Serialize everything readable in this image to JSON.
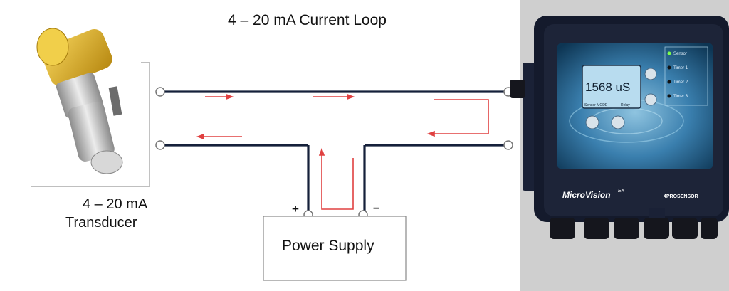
{
  "diagram": {
    "title": "4 – 20 mA Current Loop",
    "transducer": {
      "line1": "4 – 20 mA",
      "line2": "Transducer"
    },
    "power_supply": {
      "label": "Power Supply",
      "plus": "+",
      "minus": "–"
    }
  },
  "device": {
    "brand": "MicroVision",
    "brand_sup": "EX",
    "maker": "4PROSENSOR",
    "display_value": "1568 uS",
    "status_left": "Sensor MODE",
    "status_right": "Relay",
    "menu_items": [
      "Sensor",
      "Timer 1",
      "Timer 2",
      "Timer 3"
    ]
  },
  "colors": {
    "wire": "#15203a",
    "arrow": "#e04040",
    "sensor_body": "#e2b520",
    "device_frame": "#141a2c",
    "screen": "#b8dcef"
  }
}
